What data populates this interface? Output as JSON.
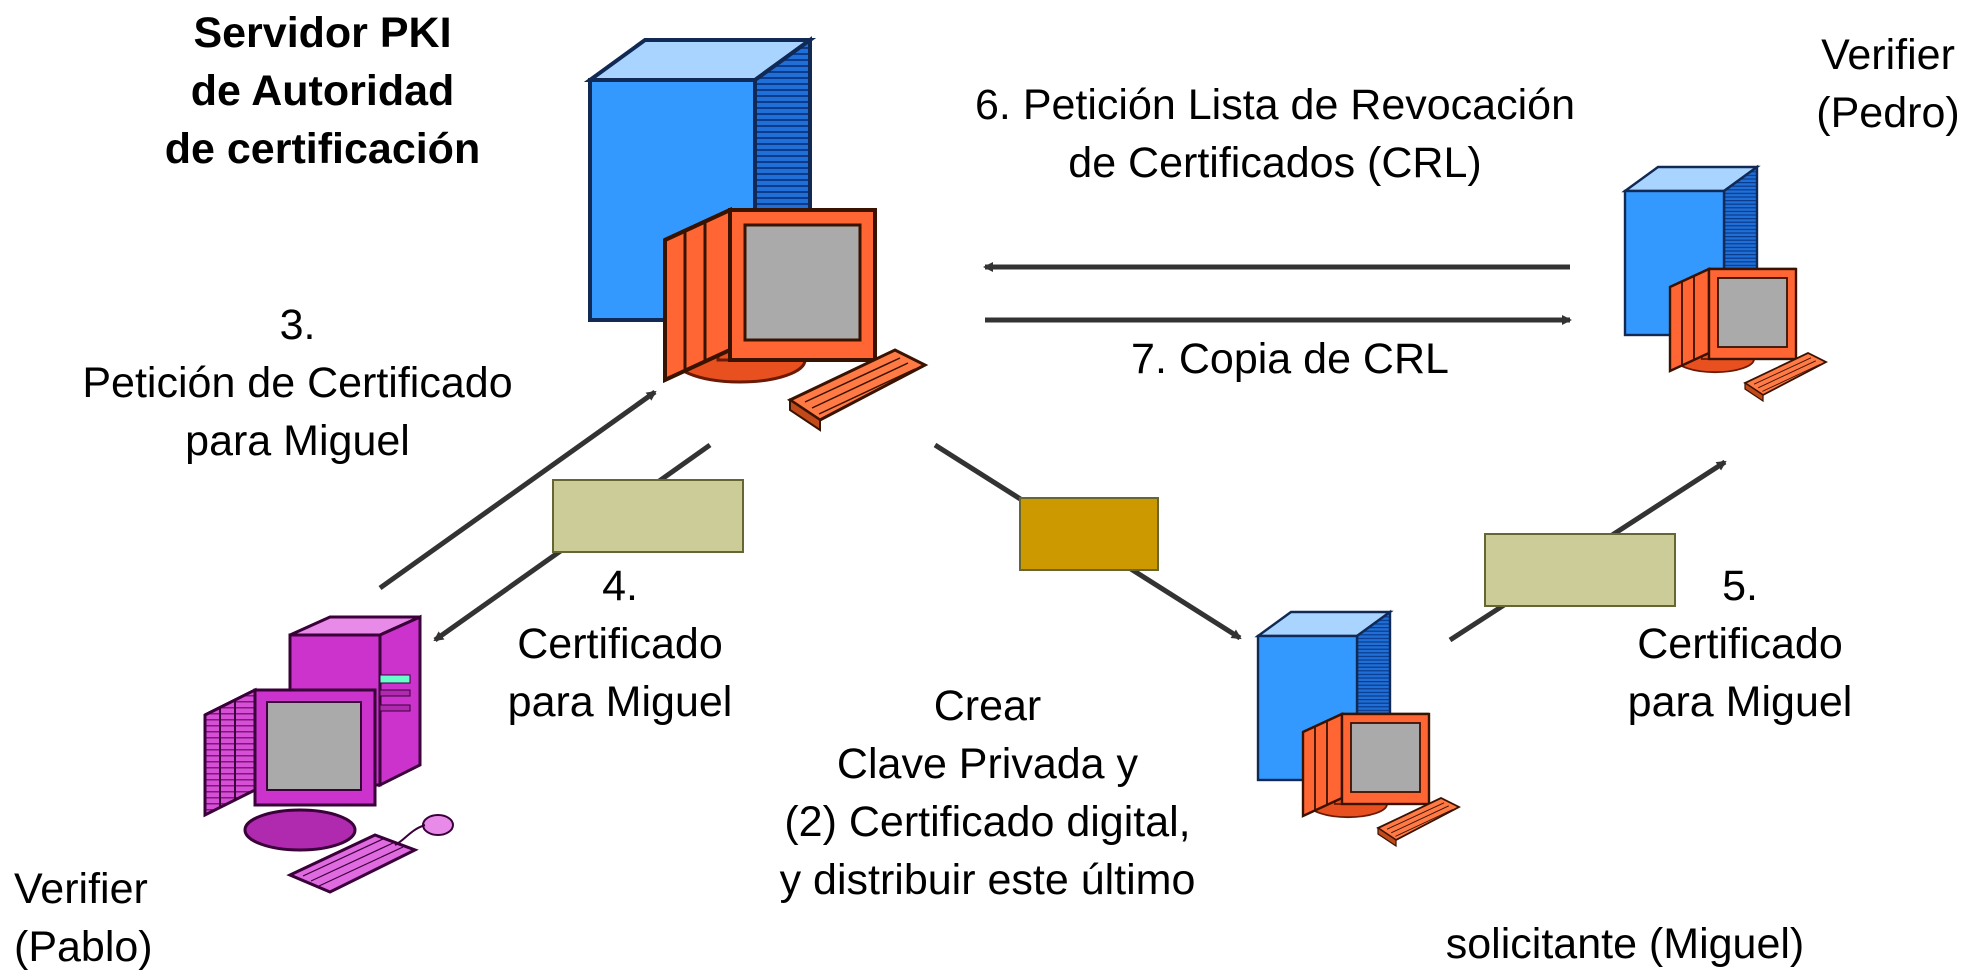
{
  "nodes": {
    "pki_server": {
      "title_lines": [
        "Servidor PKI",
        "de Autoridad",
        "de certificación"
      ]
    },
    "verifier_pedro": {
      "lines": [
        "Verifier",
        "(Pedro)"
      ]
    },
    "verifier_pablo": {
      "lines": [
        "Verifier",
        "(Pablo)"
      ]
    },
    "applicant_miguel": {
      "label": "solicitante (Miguel)"
    }
  },
  "steps": {
    "step3": {
      "lines": [
        "3.",
        "Petición de Certificado",
        "para Miguel"
      ]
    },
    "step4": {
      "lines": [
        "4.",
        "Certificado",
        "para Miguel"
      ]
    },
    "step5": {
      "lines": [
        "5.",
        "Certificado",
        "para Miguel"
      ]
    },
    "step6": {
      "lines": [
        "6. Petición Lista de Revocación",
        "de Certificados (CRL)"
      ]
    },
    "step7": {
      "label": "7. Copia de CRL"
    },
    "create": {
      "lines": [
        "Crear",
        "Clave Privada y",
        "(2) Certificado digital,",
        "y distribuir este último"
      ]
    }
  },
  "colors": {
    "server_blue": "#3399ff",
    "monitor_orange": "#ff6633",
    "pc_magenta": "#cc33cc",
    "certificate_beige": "#cccc99",
    "key_gold": "#cc9900",
    "arrow": "#333333"
  },
  "icons": {
    "pki_server": "server-workstation-icon",
    "verifier_pedro": "server-workstation-icon",
    "verifier_pablo": "desktop-computer-icon",
    "applicant_miguel": "server-workstation-icon",
    "certificate": "certificate-document-icon",
    "private_key": "private-key-icon"
  }
}
